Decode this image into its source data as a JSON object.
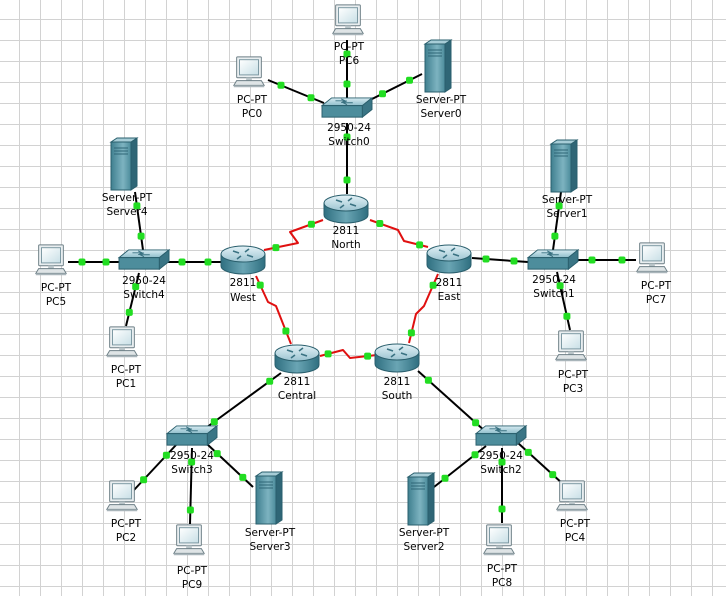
{
  "diagram": {
    "colors": {
      "copper": "#000000",
      "serial": "#e01010",
      "link_up": "#22dd22",
      "grid": "#d2d2d2"
    },
    "routers": {
      "north": {
        "model": "2811",
        "name": "North"
      },
      "east": {
        "model": "2811",
        "name": "East"
      },
      "west": {
        "model": "2811",
        "name": "West"
      },
      "central": {
        "model": "2811",
        "name": "Central"
      },
      "south": {
        "model": "2811",
        "name": "South"
      }
    },
    "switches": {
      "switch0": {
        "model": "2950-24",
        "name": "Switch0"
      },
      "switch1": {
        "model": "2950-24",
        "name": "Switch1"
      },
      "switch2": {
        "model": "2950-24",
        "name": "Switch2"
      },
      "switch3": {
        "model": "2950-24",
        "name": "Switch3"
      },
      "switch4": {
        "model": "2950-24",
        "name": "Switch4"
      }
    },
    "pcs": {
      "pc0": {
        "model": "PC-PT",
        "name": "PC0"
      },
      "pc1": {
        "model": "PC-PT",
        "name": "PC1"
      },
      "pc2": {
        "model": "PC-PT",
        "name": "PC2"
      },
      "pc3": {
        "model": "PC-PT",
        "name": "PC3"
      },
      "pc4": {
        "model": "PC-PT",
        "name": "PC4"
      },
      "pc5": {
        "model": "PC-PT",
        "name": "PC5"
      },
      "pc6": {
        "model": "PC-PT",
        "name": "PC6"
      },
      "pc7": {
        "model": "PC-PT",
        "name": "PC7"
      },
      "pc8": {
        "model": "PC-PT",
        "name": "PC8"
      },
      "pc9": {
        "model": "PC-PT",
        "name": "PC9"
      }
    },
    "servers": {
      "server0": {
        "model": "Server-PT",
        "name": "Server0"
      },
      "server1": {
        "model": "Server-PT",
        "name": "Server1"
      },
      "server2": {
        "model": "Server-PT",
        "name": "Server2"
      },
      "server3": {
        "model": "Server-PT",
        "name": "Server3"
      },
      "server4": {
        "model": "Server-PT",
        "name": "Server4"
      }
    },
    "links": [
      {
        "from": "North",
        "to": "West",
        "type": "serial"
      },
      {
        "from": "North",
        "to": "East",
        "type": "serial"
      },
      {
        "from": "West",
        "to": "Central",
        "type": "serial"
      },
      {
        "from": "East",
        "to": "South",
        "type": "serial"
      },
      {
        "from": "Central",
        "to": "South",
        "type": "serial"
      },
      {
        "from": "North",
        "to": "Switch0",
        "type": "copper"
      },
      {
        "from": "East",
        "to": "Switch1",
        "type": "copper"
      },
      {
        "from": "South",
        "to": "Switch2",
        "type": "copper"
      },
      {
        "from": "Central",
        "to": "Switch3",
        "type": "copper"
      },
      {
        "from": "West",
        "to": "Switch4",
        "type": "copper"
      },
      {
        "from": "Switch0",
        "to": "PC0",
        "type": "copper"
      },
      {
        "from": "Switch0",
        "to": "PC6",
        "type": "copper"
      },
      {
        "from": "Switch0",
        "to": "Server0",
        "type": "copper"
      },
      {
        "from": "Switch1",
        "to": "Server1",
        "type": "copper"
      },
      {
        "from": "Switch1",
        "to": "PC7",
        "type": "copper"
      },
      {
        "from": "Switch1",
        "to": "PC3",
        "type": "copper"
      },
      {
        "from": "Switch2",
        "to": "Server2",
        "type": "copper"
      },
      {
        "from": "Switch2",
        "to": "PC8",
        "type": "copper"
      },
      {
        "from": "Switch2",
        "to": "PC4",
        "type": "copper"
      },
      {
        "from": "Switch3",
        "to": "PC2",
        "type": "copper"
      },
      {
        "from": "Switch3",
        "to": "PC9",
        "type": "copper"
      },
      {
        "from": "Switch3",
        "to": "Server3",
        "type": "copper"
      },
      {
        "from": "Switch4",
        "to": "Server4",
        "type": "copper"
      },
      {
        "from": "Switch4",
        "to": "PC5",
        "type": "copper"
      },
      {
        "from": "Switch4",
        "to": "PC1",
        "type": "copper"
      }
    ]
  }
}
